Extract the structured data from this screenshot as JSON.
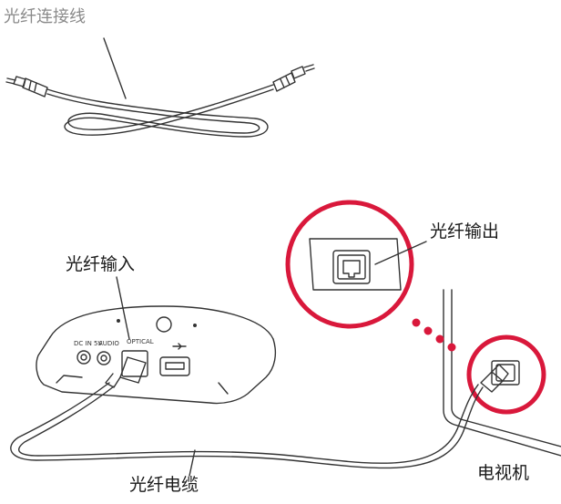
{
  "labels": {
    "cable_title": "光纤连接线",
    "optical_out": "光纤输出",
    "optical_in": "光纤输入",
    "optical_cable": "光纤电缆",
    "tv": "电视机"
  },
  "ports": {
    "dc": "DC IN 5V",
    "audio": "AUDIO",
    "optical": "OPTICAL"
  },
  "colors": {
    "highlight_ring": "#d9183b",
    "line": "#333333"
  }
}
